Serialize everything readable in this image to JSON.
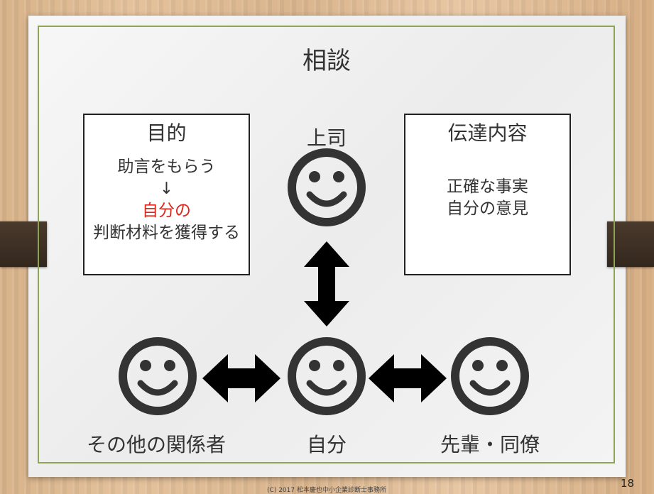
{
  "slide": {
    "title": "相談",
    "page_number": "18",
    "footer": "(C) 2017 松本慶也中小企業診断士事務所"
  },
  "purpose_box": {
    "heading": "目的",
    "line1": "助言をもらう",
    "arrow": "↓",
    "line2_highlight": "自分の",
    "line3": "判断材料を獲得する",
    "highlight_color": "#e0251b"
  },
  "content_box": {
    "heading": "伝達内容",
    "line1": "正確な事実",
    "line2": "自分の意見"
  },
  "people": {
    "boss": "上司",
    "others": "その他の関係者",
    "self": "自分",
    "seniors": "先輩・同僚"
  },
  "colors": {
    "frame": "#8da455",
    "face": "#333333",
    "arrow": "#000000"
  },
  "icons": [
    "smiley-face-icon",
    "double-arrow-icon"
  ]
}
